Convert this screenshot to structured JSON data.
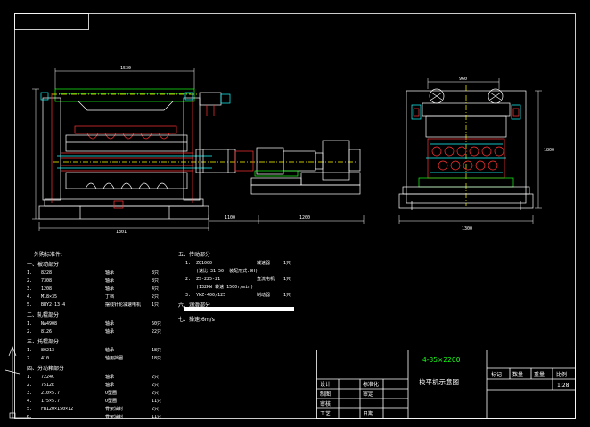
{
  "drawing": {
    "title": "校平机示意图",
    "model": "4-35×2200",
    "scale": "1:28"
  },
  "title_block": {
    "col_headers": [
      "标记",
      "数量",
      "重量",
      "比例"
    ],
    "rows": [
      {
        "role": "设计",
        "value": "标准化"
      },
      {
        "role": "制图",
        "value": "审定"
      },
      {
        "role": "审核",
        "value": ""
      },
      {
        "role": "工艺",
        "value": "日期"
      }
    ]
  },
  "dimensions": {
    "front_total": "1530",
    "front_bottom": "1301",
    "front_mid": "1100",
    "front_right": "1200",
    "side_top": "960",
    "side_bottom": "1300",
    "side_height": "1800"
  },
  "parts_list": {
    "heading": "外购标准件:",
    "sections": [
      {
        "title": "一、被动部分",
        "items": [
          {
            "no": "1.",
            "code": "8228",
            "name": "轴承",
            "qty": "8只"
          },
          {
            "no": "2.",
            "code": "7308",
            "name": "轴承",
            "qty": "8只"
          },
          {
            "no": "3.",
            "code": "1208",
            "name": "轴承",
            "qty": "4只"
          },
          {
            "no": "4.",
            "code": "M18×35",
            "name": "丁档",
            "qty": "2只"
          },
          {
            "no": "5.",
            "code": "BWY2-13-4",
            "name": "摆线针轮减速电机",
            "qty": "1只"
          }
        ]
      },
      {
        "title": "二、轧辊部分",
        "items": [
          {
            "no": "1.",
            "code": "NA4908",
            "name": "轴承",
            "qty": "60只"
          },
          {
            "no": "2.",
            "code": "8126",
            "name": "轴承",
            "qty": "22只"
          }
        ]
      },
      {
        "title": "三、托辊部分",
        "items": [
          {
            "no": "1.",
            "code": "80213",
            "name": "轴承",
            "qty": "18只"
          },
          {
            "no": "2.",
            "code": "410",
            "name": "轴用挡圈",
            "qty": "18只"
          }
        ]
      },
      {
        "title": "四、分动箱部分",
        "items": [
          {
            "no": "1.",
            "code": "7224C",
            "name": "轴承",
            "qty": "2只"
          },
          {
            "no": "2.",
            "code": "7512E",
            "name": "轴承",
            "qty": "2只"
          },
          {
            "no": "3.",
            "code": "210×5.7",
            "name": "O型圈",
            "qty": "2只"
          },
          {
            "no": "4.",
            "code": "175×5.7",
            "name": "O型圈",
            "qty": "11只"
          },
          {
            "no": "5.",
            "code": "FB120×150×12",
            "name": "骨架油封",
            "qty": "2只"
          },
          {
            "no": "6.",
            "code": "",
            "name": "骨架油封",
            "qty": "11只"
          }
        ]
      },
      {
        "title": "五、传动部分",
        "items": [
          {
            "no": "1.",
            "code": "ZQ1000",
            "name": "减速器",
            "qty": "1只"
          },
          {
            "no": "",
            "code": "(速比:31.50; 装配形式:9H)",
            "name": "",
            "qty": ""
          },
          {
            "no": "2.",
            "code": "ZS-225-21",
            "name": "直流电机",
            "qty": "1只"
          },
          {
            "no": "",
            "code": "(132KW 转速:1500r/min)",
            "name": "",
            "qty": ""
          },
          {
            "no": "3.",
            "code": "YWZ-400/125",
            "name": "制动器",
            "qty": "1只"
          }
        ]
      },
      {
        "title": "六、润滑部分",
        "items": []
      },
      {
        "title": "七、操速:6m/s",
        "items": []
      }
    ]
  }
}
